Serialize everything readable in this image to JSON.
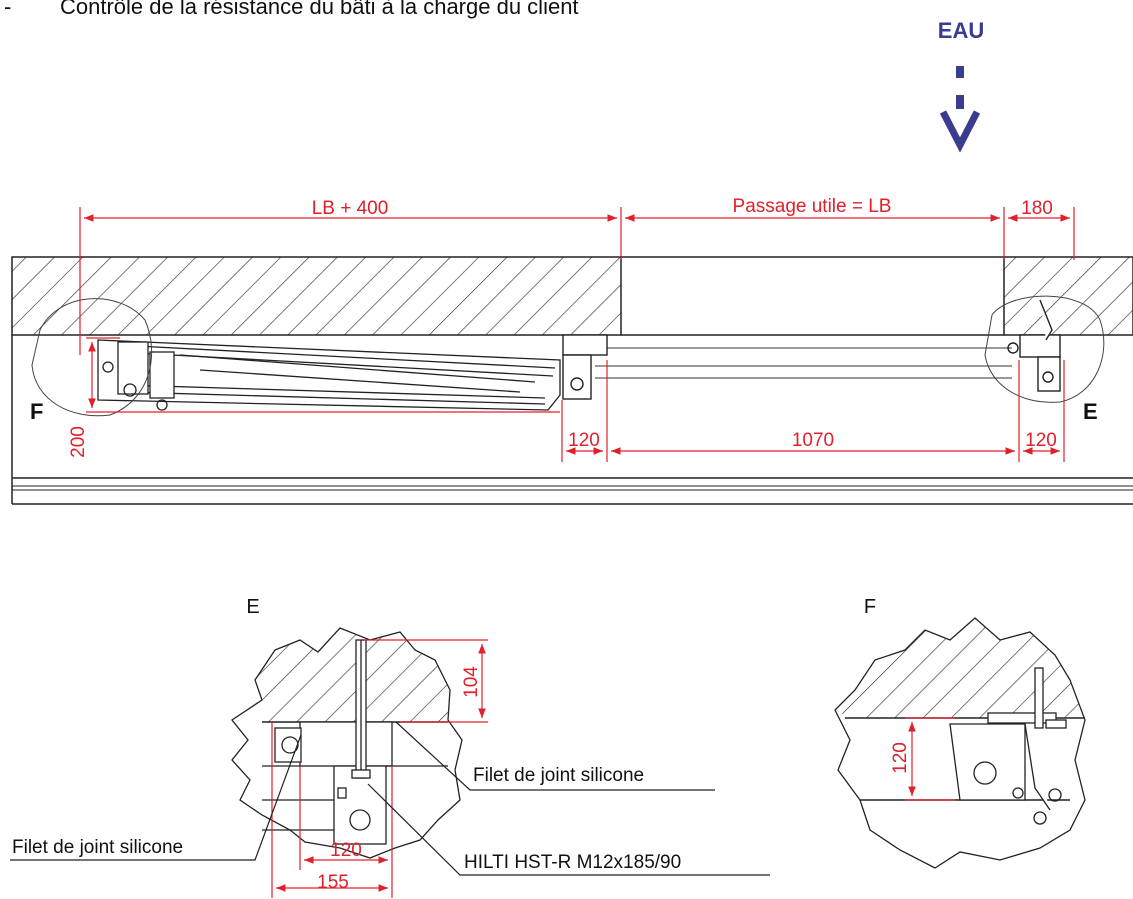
{
  "header": {
    "bullet": "-",
    "text": "Contrôle de la résistance du bâti à la charge du client"
  },
  "water_indicator": {
    "label": "EAU",
    "icon": "arrow-down-icon",
    "color": "#3a3d8f"
  },
  "main_view": {
    "dim_lb_plus_400": "LB + 400",
    "dim_passage": "Passage utile = LB",
    "dim_180": "180",
    "dim_200": "200",
    "dim_120_left": "120",
    "dim_1070": "1070",
    "dim_120_right": "120",
    "zone_f": "F",
    "zone_e": "E"
  },
  "detail_e": {
    "title": "E",
    "dim_104": "104",
    "dim_120": "120",
    "dim_155": "155",
    "callout_joint_right": "Filet de joint silicone",
    "callout_joint_left": "Filet de joint silicone",
    "callout_anchor": "HILTI HST-R M12x185/90"
  },
  "detail_f": {
    "title": "F",
    "dim_120": "120"
  },
  "colors": {
    "dimension": "#e0202a",
    "line": "#222222",
    "accent": "#3a3d8f"
  }
}
